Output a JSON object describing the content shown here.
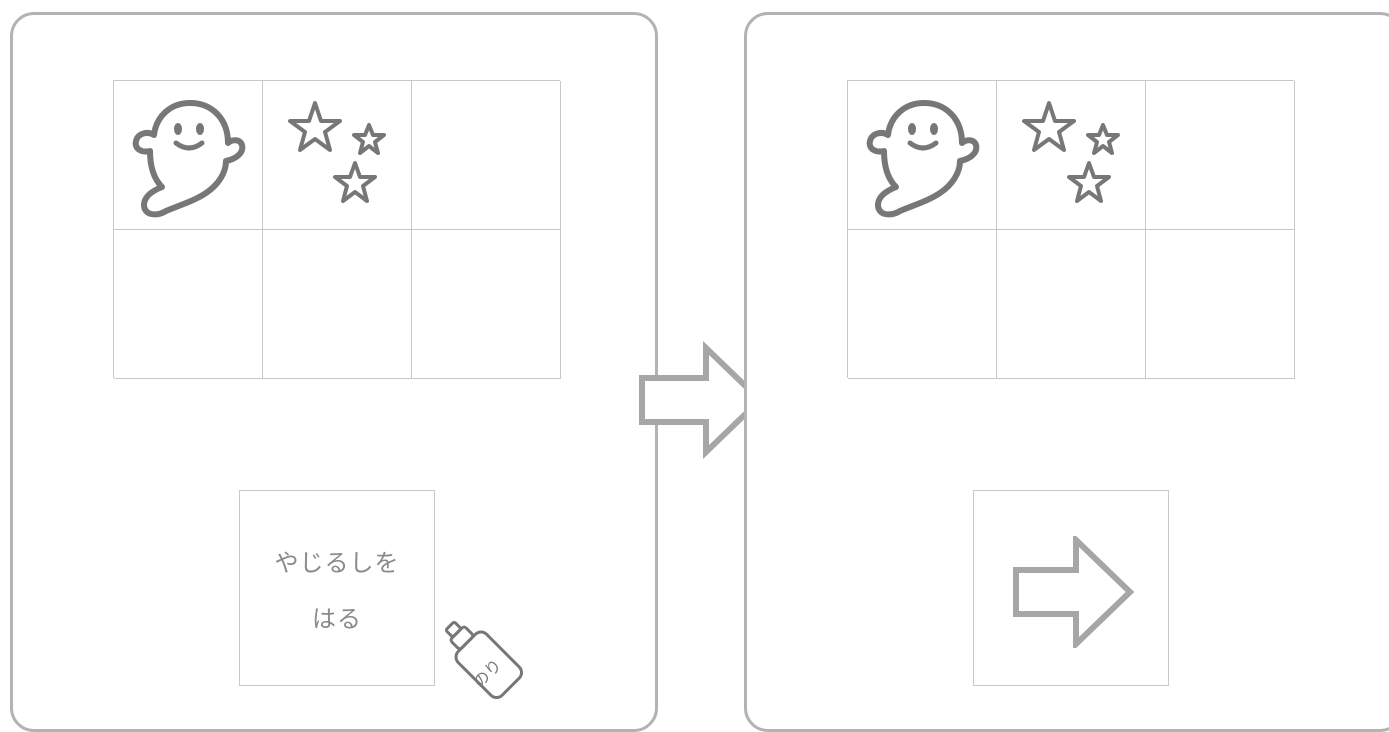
{
  "before_panel": {
    "grid": [
      [
        "ghost-icon",
        "stars-icon",
        ""
      ],
      [
        "",
        "",
        ""
      ]
    ],
    "card": {
      "line1": "やじるしを",
      "line2": "はる"
    },
    "glue_icon": "glue-stick-icon",
    "glue_label": "のり"
  },
  "flow_arrow_icon": "right-arrow-icon",
  "after_panel": {
    "grid": [
      [
        "ghost-icon",
        "stars-icon",
        ""
      ],
      [
        "",
        "",
        ""
      ]
    ],
    "card_icon": "right-arrow-icon"
  },
  "colors": {
    "border": "#b3b3b3",
    "grid_line": "#c8c8c8",
    "icon": "#777777",
    "arrow": "#a6a6a6",
    "text": "#8a8a8a"
  }
}
